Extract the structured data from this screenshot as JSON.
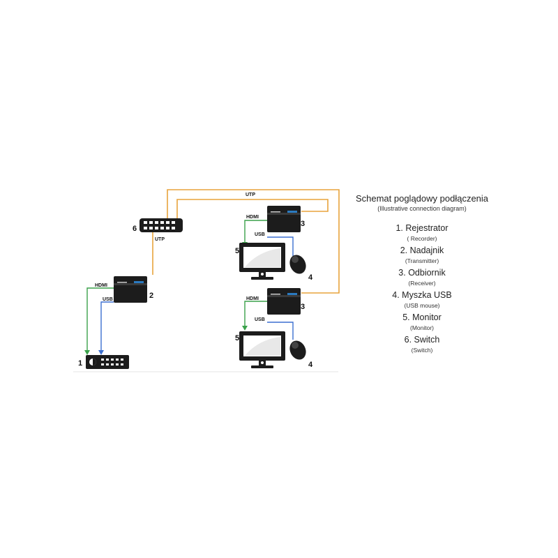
{
  "diagram": {
    "labels": {
      "utp_top": "UTP",
      "utp_switch": "UTP",
      "hdmi_tx": "HDMI",
      "usb_tx": "USB",
      "hdmi_rx1": "HDMI",
      "usb_rx1": "USB",
      "hdmi_rx2": "HDMI",
      "usb_rx2": "USB"
    },
    "numbers": {
      "recorder": "1",
      "transmitter": "2",
      "receiver_a": "3",
      "receiver_b": "3",
      "mouse_a": "4",
      "mouse_b": "4",
      "monitor_a": "5",
      "monitor_b": "5",
      "switch": "6"
    },
    "colors": {
      "utp": "#e8a33c",
      "hdmi": "#3aa14a",
      "usb": "#3b6fd0",
      "device": "#1c1c1c"
    }
  },
  "legend": {
    "title": "Schemat poglądowy podłączenia",
    "subtitle": "(Illustrative connection diagram)",
    "items": [
      {
        "pl": "1. Rejestrator",
        "en": "( Recorder)"
      },
      {
        "pl": "2. Nadajnik",
        "en": "(Transmitter)"
      },
      {
        "pl": "3. Odbiornik",
        "en": "(Receiver)"
      },
      {
        "pl": "4. Myszka USB",
        "en": "(USB mouse)"
      },
      {
        "pl": "5. Monitor",
        "en": "(Monitor)"
      },
      {
        "pl": "6. Switch",
        "en": "(Switch)"
      }
    ]
  }
}
